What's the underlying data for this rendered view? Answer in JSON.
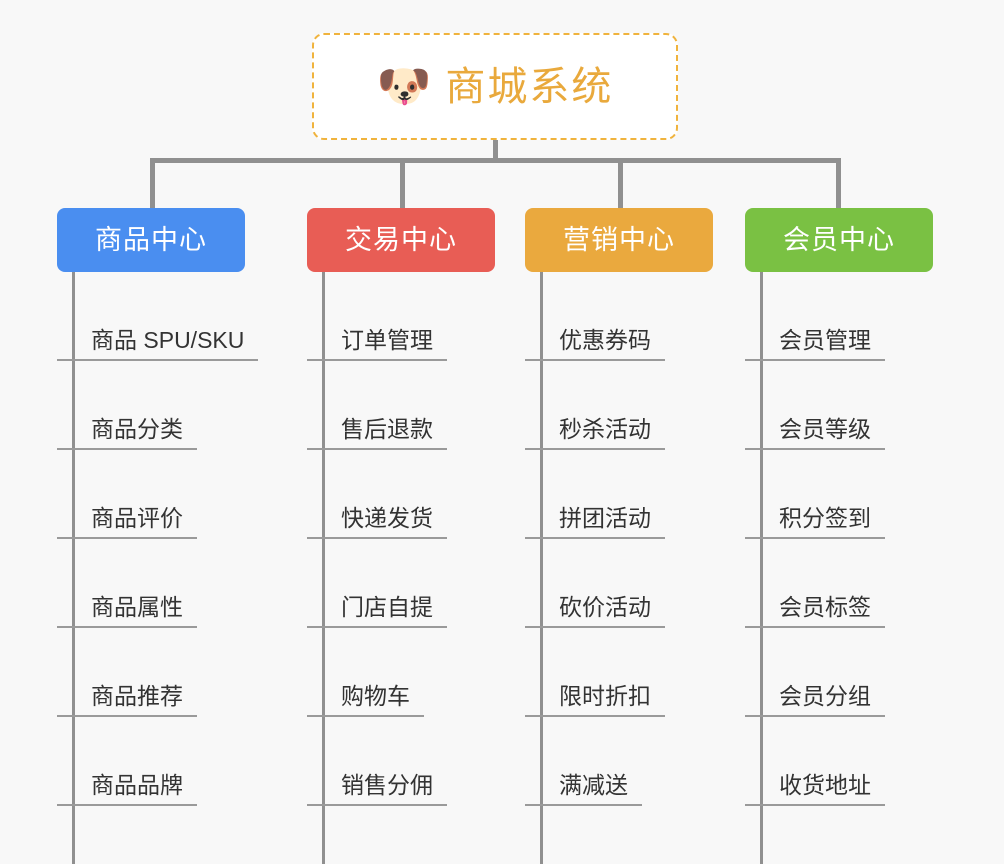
{
  "page": {
    "background_color": "#f8f8f8",
    "type": "mindmap-org-chart"
  },
  "root": {
    "icon": "dog-face-emoji",
    "emoji": "🐶",
    "title": "商城系统",
    "text_color": "#e9a93c",
    "border_color": "#f0b33d",
    "border_style": "dashed",
    "background_color": "#ffffff"
  },
  "branches": [
    {
      "id": "product-center",
      "label": "商品中心",
      "color": "#4a8ef0",
      "items": [
        {
          "label": "商品 SPU/SKU"
        },
        {
          "label": "商品分类"
        },
        {
          "label": "商品评价"
        },
        {
          "label": "商品属性"
        },
        {
          "label": "商品推荐"
        },
        {
          "label": "商品品牌"
        }
      ]
    },
    {
      "id": "trade-center",
      "label": "交易中心",
      "color": "#e85d55",
      "items": [
        {
          "label": "订单管理"
        },
        {
          "label": "售后退款"
        },
        {
          "label": "快递发货"
        },
        {
          "label": "门店自提"
        },
        {
          "label": "购物车"
        },
        {
          "label": "销售分佣"
        }
      ]
    },
    {
      "id": "marketing-center",
      "label": "营销中心",
      "color": "#eaa93e",
      "items": [
        {
          "label": "优惠券码"
        },
        {
          "label": "秒杀活动"
        },
        {
          "label": "拼团活动"
        },
        {
          "label": "砍价活动"
        },
        {
          "label": "限时折扣"
        },
        {
          "label": "满减送"
        }
      ]
    },
    {
      "id": "member-center",
      "label": "会员中心",
      "color": "#7ac143",
      "items": [
        {
          "label": "会员管理"
        },
        {
          "label": "会员等级"
        },
        {
          "label": "积分签到"
        },
        {
          "label": "会员标签"
        },
        {
          "label": "会员分组"
        },
        {
          "label": "收货地址"
        }
      ]
    }
  ],
  "connectors": {
    "color": "#909090"
  }
}
